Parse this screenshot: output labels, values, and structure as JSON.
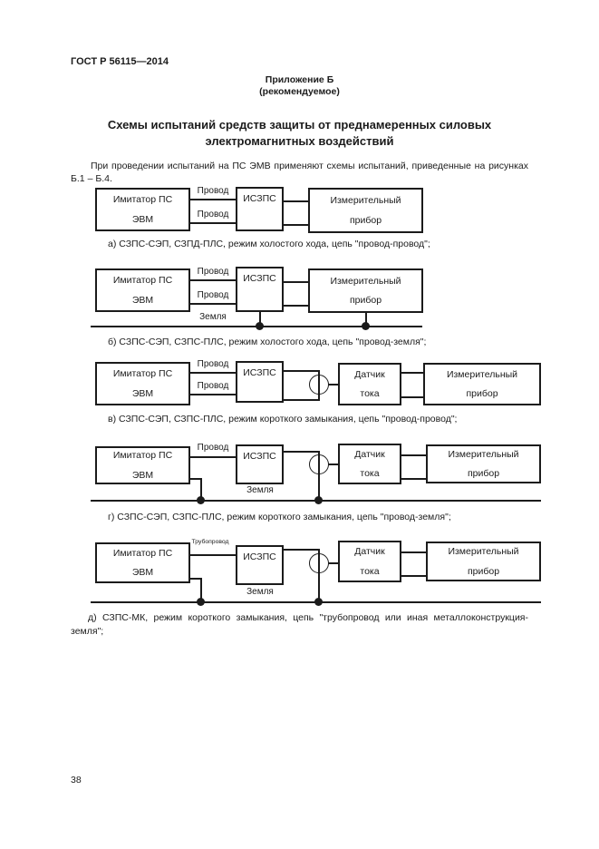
{
  "doc": {
    "header": "ГОСТ Р 56115—2014",
    "annex": {
      "name": "Приложение Б",
      "kind": "(рекомендуемое)"
    },
    "title": {
      "line1": "Схемы испытаний средств защиты от преднамеренных силовых",
      "line2": "электромагнитных воздействий"
    },
    "intro": {
      "line1": "При проведении испытаний на ПС ЭМВ применяют схемы испытаний, приведенные на рисунках",
      "line2": "Б.1 – Б.4."
    },
    "page_number": "38"
  },
  "blocks": {
    "imitator1": "Имитатор ПС",
    "imitator2": "ЭВМ",
    "iszps": "ИСЗПС",
    "meter1": "Измерительный",
    "meter2": "прибор",
    "sensor1": "Датчик",
    "sensor2": "тока",
    "wire": "Провод",
    "ground": "Земля",
    "pipe": "Трубопровод"
  },
  "captions": {
    "a": "а) СЗПС-СЭП, СЗПД-ПЛС, режим холостого хода, цепь \"провод-провод\";",
    "b": "б) СЗПС-СЭП, СЗПС-ПЛС, режим холостого хода, цепь \"провод-земля\";",
    "v": "в) СЗПС-СЭП, СЗПС-ПЛС, режим короткого замыкания, цепь \"провод-провод\";",
    "g": "г) СЗПС-СЭП, СЗПС-ПЛС, режим короткого замыкания, цепь \"провод-земля\";",
    "d1": "д) СЗПС-МК, режим короткого замыкания, цепь \"трубопровод или иная металлоконструкция-",
    "d2": "земля\";"
  },
  "colors": {
    "ink": "#1b1b1b",
    "paper": "#ffffff"
  }
}
